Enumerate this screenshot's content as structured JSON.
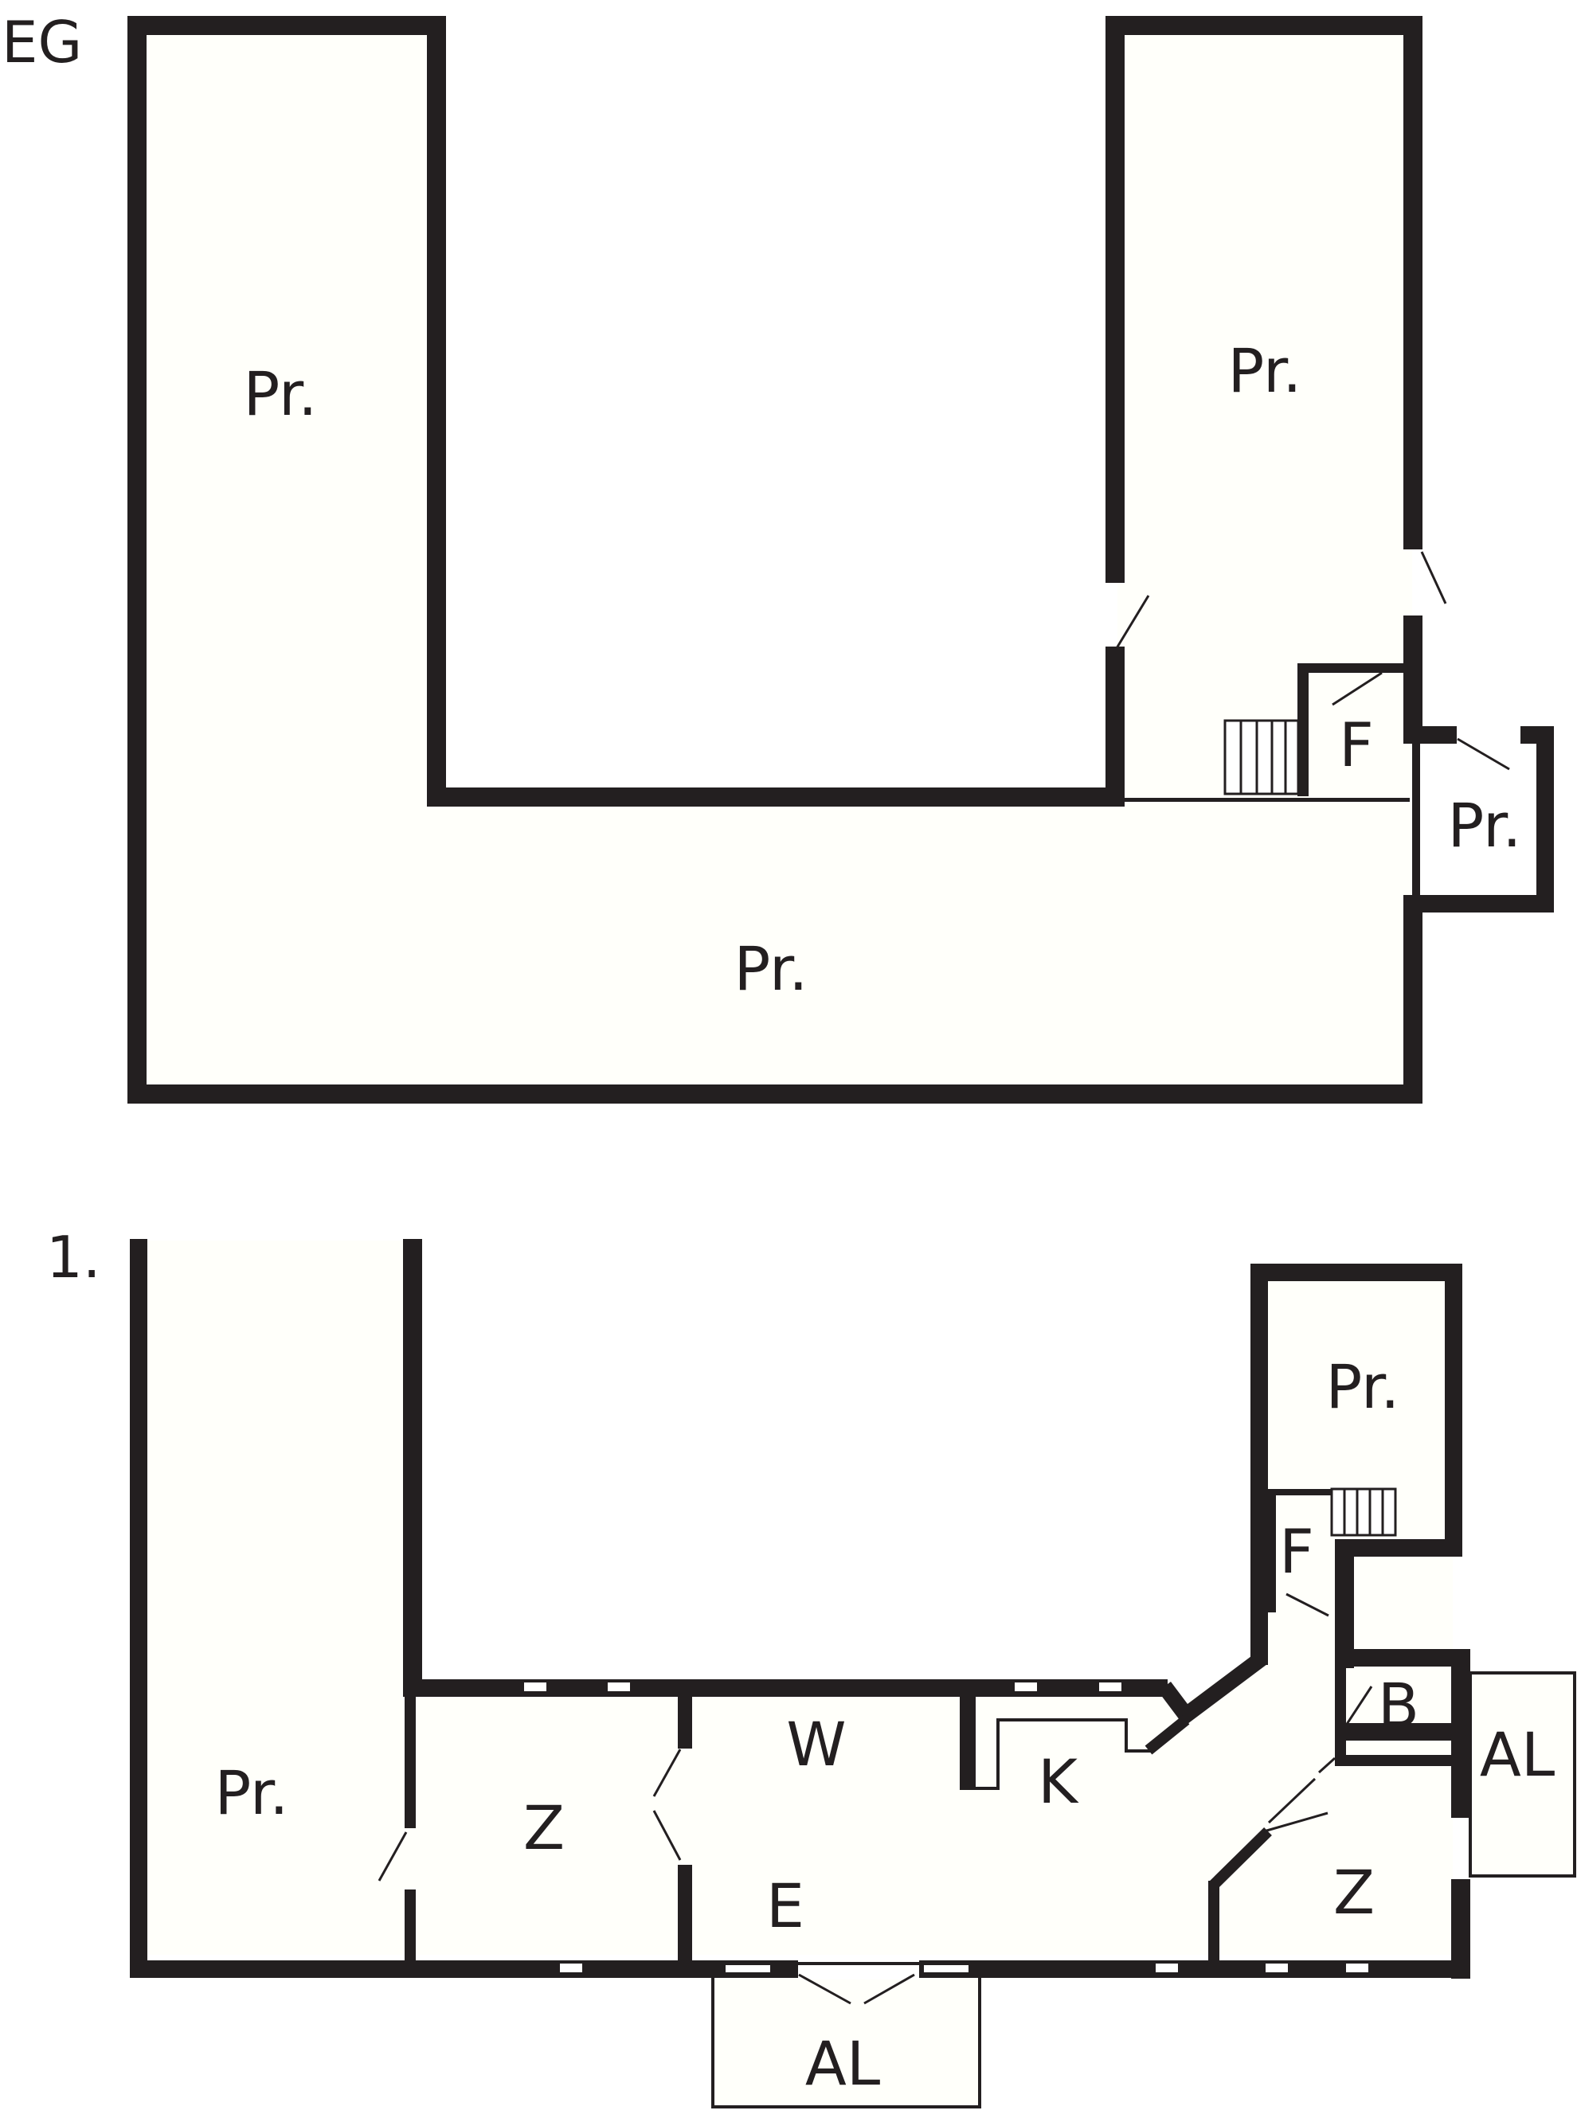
{
  "colors": {
    "wall": "#231f20",
    "floor_fill": "#fffffa",
    "background": "#ffffff"
  },
  "floors": {
    "ground": {
      "label": "EG",
      "rooms": {
        "west_wing": "Pr.",
        "east_wing": "Pr.",
        "south_wing": "Pr.",
        "stair_hall": "F",
        "annex": "Pr."
      }
    },
    "first": {
      "label": "1.",
      "rooms": {
        "west_wing": "Pr.",
        "room_z_west": "Z",
        "room_w": "W",
        "room_e": "E",
        "room_k": "K",
        "room_pr_north": "Pr.",
        "room_f": "F",
        "room_b": "B",
        "room_z_east": "Z",
        "balcony_east": "AL",
        "balcony_south": "AL"
      }
    }
  }
}
